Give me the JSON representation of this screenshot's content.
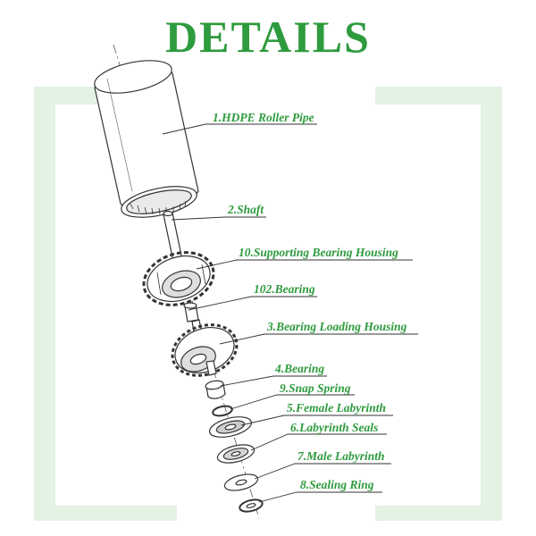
{
  "title": "DETAILS",
  "colors": {
    "accent": "#2e9b3e",
    "frame": "#e3f2e3",
    "line": "#333333"
  },
  "parts": [
    {
      "id": "hdpe-roller-pipe",
      "label": "1.HDPE Roller Pipe"
    },
    {
      "id": "shaft",
      "label": "2.Shaft"
    },
    {
      "id": "supporting-bearing-housing",
      "label": "10.Supporting Bearing Housing"
    },
    {
      "id": "bearing-102",
      "label": "102.Bearing"
    },
    {
      "id": "bearing-loading-housing",
      "label": "3.Bearing Loading Housing"
    },
    {
      "id": "bearing",
      "label": "4.Bearing"
    },
    {
      "id": "snap-spring",
      "label": "9.Snap Spring"
    },
    {
      "id": "female-labyrinth",
      "label": "5.Female Labyrinth"
    },
    {
      "id": "labyrinth-seals",
      "label": "6.Labyrinth Seals"
    },
    {
      "id": "male-labyrinth",
      "label": "7.Male Labyrinth"
    },
    {
      "id": "sealing-ring",
      "label": "8.Sealing Ring"
    }
  ]
}
